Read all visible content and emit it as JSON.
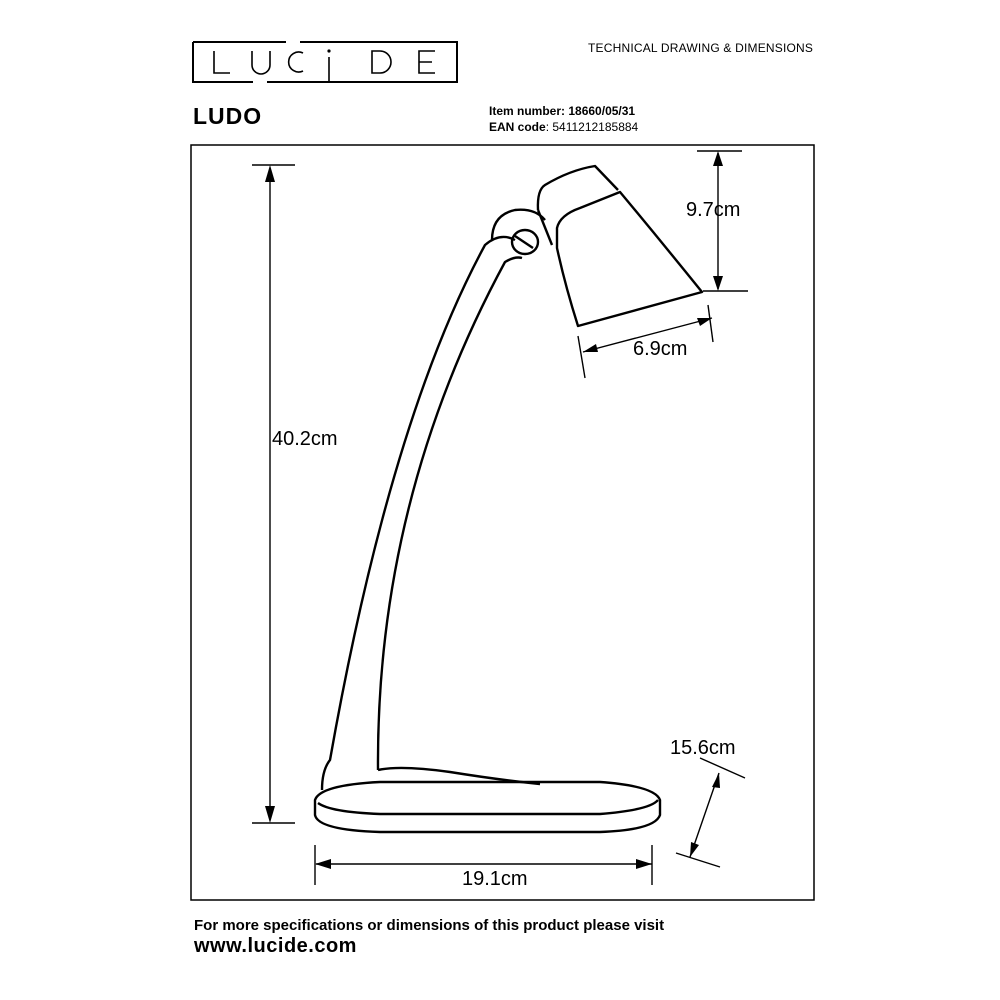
{
  "brand": {
    "logo_text": "LUCIDE"
  },
  "header": {
    "title": "TECHNICAL DRAWING & DIMENSIONS"
  },
  "product": {
    "name": "LUDO",
    "item_number_label": "Item number:",
    "item_number": "18660/05/31",
    "ean_label": "EAN code",
    "ean": "5411212185884"
  },
  "dimensions": {
    "height_total": "40.2cm",
    "head_height": "9.7cm",
    "head_width": "6.9cm",
    "base_depth": "15.6cm",
    "base_width": "19.1cm"
  },
  "footer": {
    "text": "For more specifications or dimensions of this product please visit",
    "url": "www.lucide.com"
  }
}
